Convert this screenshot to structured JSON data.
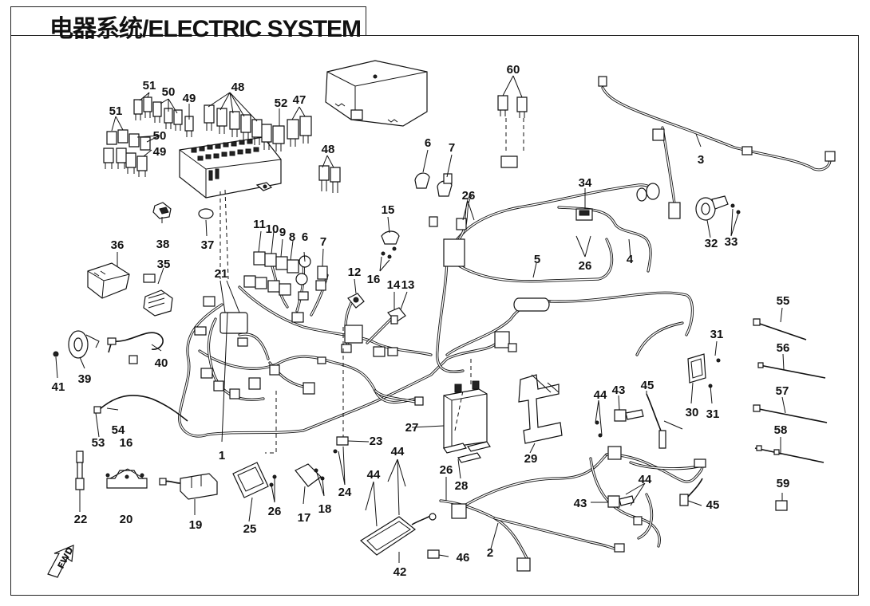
{
  "title": "电器系统/ELECTRIC SYSTEM",
  "fwd_label": "FWD",
  "callouts": {
    "c1": "1",
    "c2": "2",
    "c3": "3",
    "c4": "4",
    "c5": "5",
    "c6a": "6",
    "c6b": "6",
    "c7a": "7",
    "c7b": "7",
    "c8": "8",
    "c9": "9",
    "c10": "10",
    "c11": "11",
    "c12": "12",
    "c13": "13",
    "c14": "14",
    "c15": "15",
    "c16a": "16",
    "c16b": "16",
    "c17": "17",
    "c18": "18",
    "c19": "19",
    "c20": "20",
    "c21": "21",
    "c22": "22",
    "c23": "23",
    "c24": "24",
    "c25": "25",
    "c26a": "26",
    "c26b": "26",
    "c26c": "26",
    "c26d": "26",
    "c27": "27",
    "c28": "28",
    "c29": "29",
    "c30": "30",
    "c31a": "31",
    "c31b": "31",
    "c32": "32",
    "c33": "33",
    "c34": "34",
    "c35": "35",
    "c36": "36",
    "c37": "37",
    "c38": "38",
    "c39": "39",
    "c40": "40",
    "c41": "41",
    "c42": "42",
    "c43a": "43",
    "c43b": "43",
    "c44a": "44",
    "c44b": "44",
    "c44c": "44",
    "c44d": "44",
    "c45a": "45",
    "c45b": "45",
    "c46": "46",
    "c47": "47",
    "c48a": "48",
    "c48b": "48",
    "c49a": "49",
    "c49b": "49",
    "c50a": "50",
    "c50b": "50",
    "c51a": "51",
    "c51b": "51",
    "c52": "52",
    "c53": "53",
    "c54": "54",
    "c55": "55",
    "c56": "56",
    "c57": "57",
    "c58": "58",
    "c59": "59",
    "c60": "60"
  }
}
